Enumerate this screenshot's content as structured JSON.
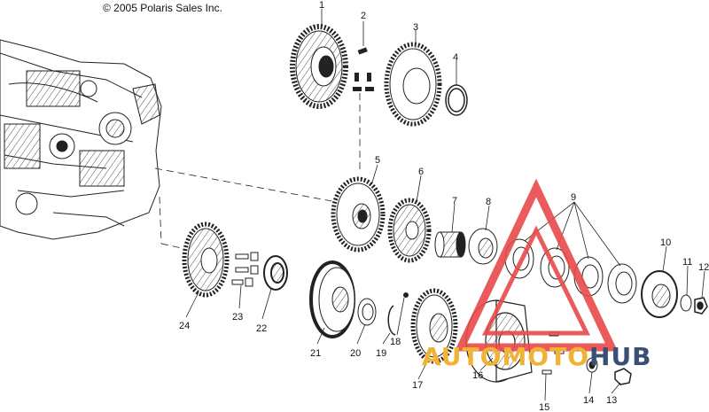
{
  "copyright": "© 2005 Polaris Sales Inc.",
  "watermark": {
    "part1": "AUTOMOTO",
    "part2": "HUB",
    "color1": "#f2b233",
    "color2": "#3a4f73",
    "logo_color": "#e84a4a"
  },
  "callouts": [
    "1",
    "2",
    "3",
    "4",
    "5",
    "6",
    "7",
    "8",
    "9",
    "10",
    "11",
    "12",
    "13",
    "14",
    "15",
    "16",
    "17",
    "18",
    "19",
    "20",
    "21",
    "22",
    "23",
    "24"
  ]
}
